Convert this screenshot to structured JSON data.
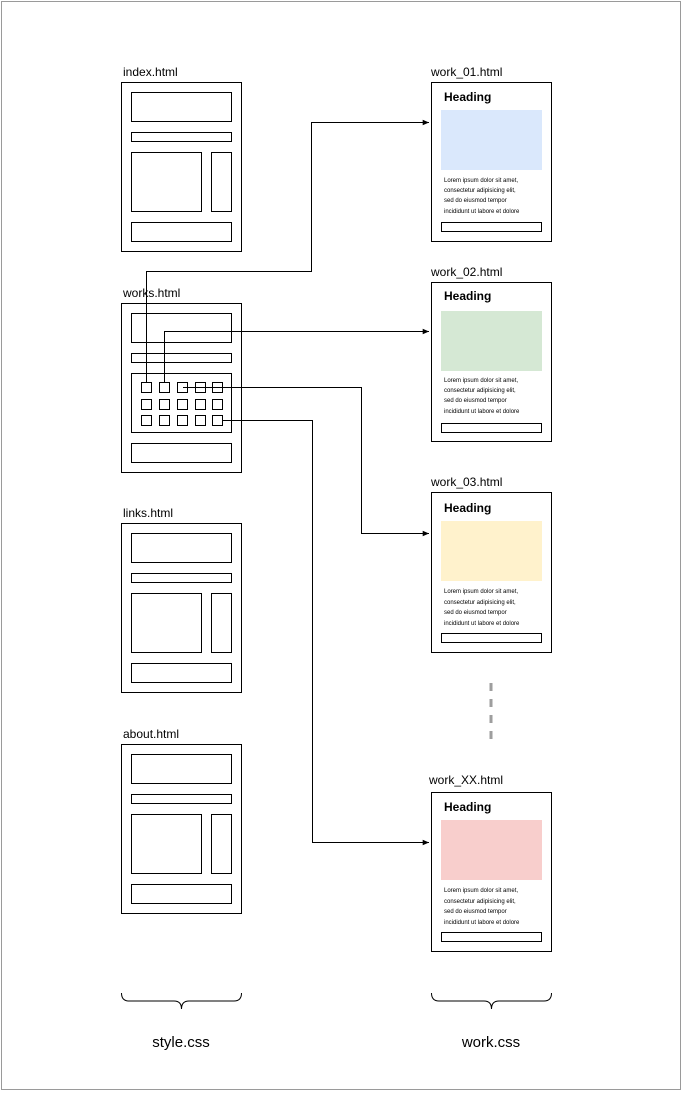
{
  "pages": {
    "index": "index.html",
    "works": "works.html",
    "links": "links.html",
    "about": "about.html"
  },
  "work_pages": [
    {
      "file": "work_01.html",
      "heading": "Heading",
      "image_color": "#dae8fc",
      "text": [
        "Lorem ipsum dolor sit amet,",
        "consectetur adipisicing elit,",
        "sed do eiusmod tempor",
        "incididunt ut labore et dolore"
      ]
    },
    {
      "file": "work_02.html",
      "heading": "Heading",
      "image_color": "#d5e8d4",
      "text": [
        "Lorem ipsum dolor sit amet,",
        "consectetur adipisicing elit,",
        "sed do eiusmod tempor",
        "incididunt ut labore et dolore"
      ]
    },
    {
      "file": "work_03.html",
      "heading": "Heading",
      "image_color": "#fff2cc",
      "text": [
        "Lorem ipsum dolor sit amet,",
        "consectetur adipisicing elit,",
        "sed do eiusmod tempor",
        "incididunt ut labore et dolore"
      ]
    },
    {
      "file": "work_XX.html",
      "heading": "Heading",
      "image_color": "#f8cecc",
      "text": [
        "Lorem ipsum dolor sit amet,",
        "consectetur adipisicing elit,",
        "sed do eiusmod tempor",
        "incididunt ut labore et dolore"
      ]
    }
  ],
  "stylesheets": {
    "left": "style.css",
    "right": "work.css"
  }
}
